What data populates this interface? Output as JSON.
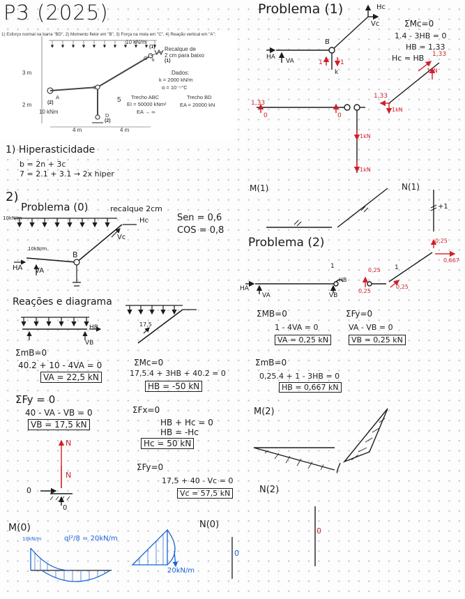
{
  "title": "P3 (2025)",
  "statement": {
    "question": "1) Esforço normal na barra \"BD\", 2) Momento fletor em \"B\", 3) Força na mola em \"C\", 4) Reação vertical em \"A\";",
    "load": "10 kN/m",
    "settlement": "Recalque de\n2 cm para baixo",
    "moment": "10 kNm",
    "bar_label": "5",
    "dims": {
      "h1": "3 m",
      "h2": "2 m",
      "w1": "4 m",
      "w2": "4 m"
    },
    "nodes": {
      "A": "A",
      "B": "B",
      "C": "C",
      "D": "D",
      "k": "k"
    },
    "supports": {
      "a": "(2)",
      "c": "(1)",
      "c2": "(1)",
      "d": "(2)"
    },
    "data_title": "Dados:",
    "data_k": "k = 2000 kN/m",
    "data_alpha": "α = 10⁻⁵°C",
    "abc_title": "Trecho ABC",
    "abc_ei": "EI = 50000 kNm²",
    "abc_ea": "EA → ∞",
    "bd_title": "Trecho BD",
    "bd_ea": "EA = 20000 kN"
  },
  "left": {
    "hyper_title": "1) Hiperasticidade",
    "hyper_l1": "b = 2n + 3c",
    "hyper_l2": "7 = 2.1 + 3.1  → 2x hiper",
    "two": "2)",
    "prob0": "Problema (0)",
    "recalque": "recalque 2cm",
    "load_left": "10kN/m",
    "load_mid": "10kN/m",
    "hc": "Hc",
    "vc": "Vc",
    "sen": "Sen = 0,6",
    "cos": "COS = 0,8",
    "ha": "HA",
    "va": "VA",
    "b": "B",
    "reac_title": "Reações e diagrama",
    "hb": "HB",
    "vb": "VB",
    "m_b": "ΣmB=0",
    "eq1": "40.2 + 10 - 4VA = 0",
    "res_va": "VA = 22,5 kN",
    "fy": "ΣFy = 0",
    "eq2": "40 - VA - VB = 0",
    "res_vb": "VB = 17,5 kN",
    "mc": "ΣMc=0",
    "eq3": "17,5.4 + 3HB + 40.2 = 0",
    "res_hb": "HB = -50 kN",
    "val_175": "17,5",
    "fx": "ΣFx=0",
    "eq4": "HB + Hc = 0",
    "eq5": "HB = -Hc",
    "res_hc": "Hc = 50 kN",
    "fy2": "ΣFy=0",
    "eq6": "17,5 + 40 - Vc = 0",
    "res_vc": "Vc = 57,5 kN",
    "n_top": "N",
    "n_mid": "N",
    "zero_arrow": "0",
    "zero_bot": "0",
    "m0": "M(0)",
    "m0_load": "10kN/m",
    "m0_ql": "ql²/8 = 20kN/m",
    "m0_val": "20kN/m",
    "n0": "N(0)",
    "n0_val": "0"
  },
  "right": {
    "prob1": "Problema (1)",
    "hc": "Hc",
    "vc": "Vc",
    "sum_mc": "ΣMc=0",
    "eq1": "1.4 - 3HB = 0",
    "eq2": "HB = 1,33",
    "eq3": "Hc = HB",
    "ha": "HA",
    "va": "VA",
    "b": "B",
    "one_a": "1",
    "one_b": "1",
    "k": "k",
    "v133": "1,33",
    "v133b": "1,33",
    "v133c": "1,33",
    "v1kn": "1kN",
    "v1kn_b": "1kN",
    "v1kn_c": "1kN",
    "v1kn_d": "1kN",
    "zero_a": "0",
    "zero_b": "0",
    "m1": "M(1)",
    "n1": "N(1)",
    "plus1": "+1",
    "prob2": "Problema (2)",
    "v025a": "0,25",
    "v025b": "0,25",
    "v025c": "0,25",
    "v025d": "0,25",
    "v0667": "0,667",
    "one_c": "1",
    "one_d": "1",
    "ha2": "HA",
    "va2": "VA",
    "hb2": "HB",
    "vb2": "VB",
    "mb": "ΣMB=0",
    "eq4": "1 - 4VA = 0",
    "res_va": "VA = 0,25 kN",
    "fy": "ΣFy=0",
    "eq5": "VA - VB = 0",
    "res_vb": "VB = 0,25 kN",
    "mb2": "ΣmB=0",
    "eq6": "0,25.4 + 1 - 3HB = 0",
    "res_hb": "HB = 0,667 kN",
    "m2": "M(2)",
    "n2": "N(2)",
    "n2_val": "0"
  }
}
